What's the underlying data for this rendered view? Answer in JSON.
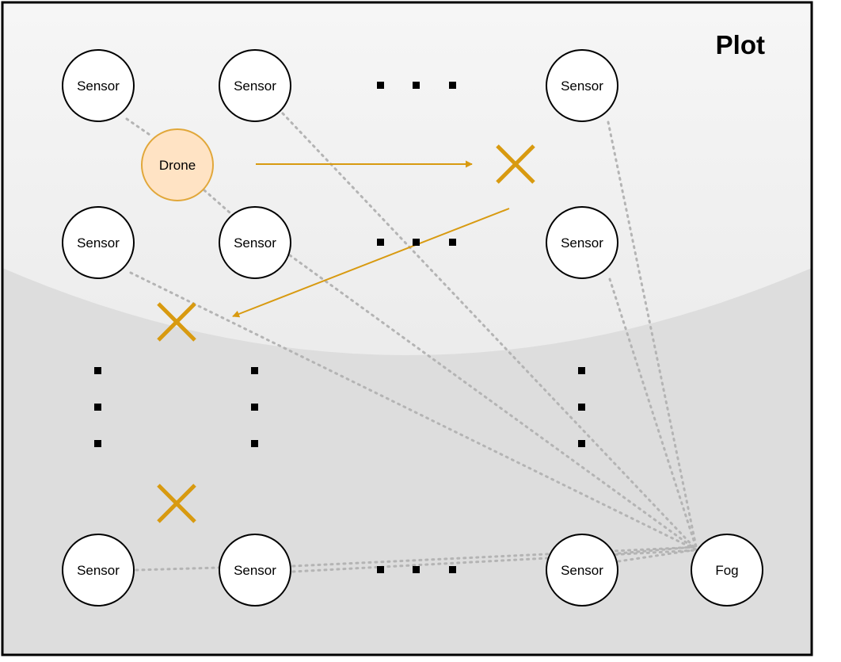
{
  "title": "Plot",
  "labels": {
    "sensor": "Sensor",
    "drone": "Drone",
    "fog": "Fog"
  },
  "colors": {
    "accent": "#d89a10",
    "drone_fill": "#ffe3c4",
    "drone_stroke": "#e1a73a",
    "link": "#b4b4b4",
    "node_stroke": "#000000",
    "node_fill": "#ffffff"
  },
  "icons": {
    "visited_marker": "x-mark-icon",
    "ellipsis": "ellipsis-dots-icon"
  }
}
